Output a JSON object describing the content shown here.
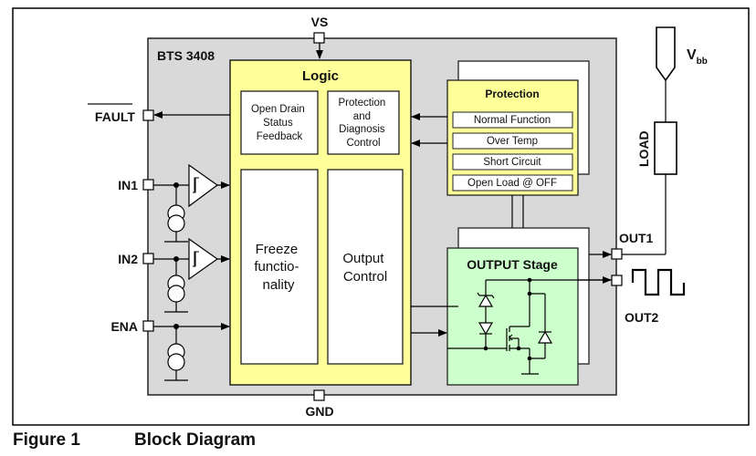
{
  "figure": {
    "number_label": "Figure 1",
    "title": "Block Diagram"
  },
  "chip": {
    "name": "BTS 3408"
  },
  "pins": {
    "vs": "VS",
    "gnd": "GND",
    "fault": "FAULT",
    "in1": "IN1",
    "in2": "IN2",
    "ena": "ENA",
    "out1": "OUT1",
    "out2": "OUT2"
  },
  "logic": {
    "title": "Logic",
    "open_drain": [
      "Open Drain",
      "Status",
      "Feedback"
    ],
    "prot_diag": [
      "Protection",
      "and",
      "Diagnosis",
      "Control"
    ],
    "freeze": [
      "Freeze",
      "functio-",
      "nality"
    ],
    "output_control": [
      "Output",
      "Control"
    ]
  },
  "protection": {
    "title": "Protection",
    "items": [
      "Normal Function",
      "Over Temp",
      "Short Circuit",
      "Open Load @ OFF"
    ]
  },
  "output_stage": {
    "title": "OUTPUT Stage"
  },
  "external": {
    "supply_label": "V",
    "supply_subscript": "bb",
    "load_label": "LOAD"
  },
  "colors": {
    "chip_fill": "#d9d9d9",
    "logic_fill": "#ffff99",
    "output_stage_fill": "#ccffcc",
    "stroke": "#000000"
  }
}
